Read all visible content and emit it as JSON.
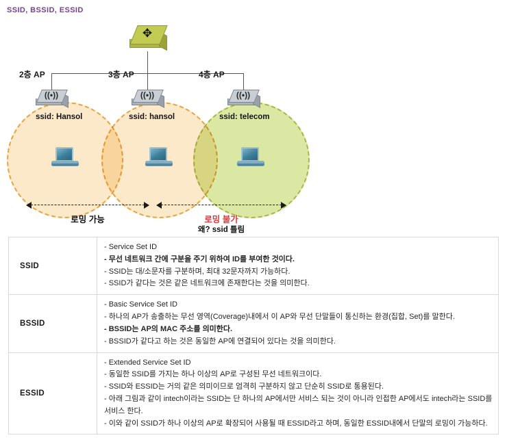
{
  "title": "SSID, BSSID, ESSID",
  "colors": {
    "title": "#7b3d96",
    "coverage_orange": "#fce9c9",
    "coverage_green": "#dbe8a4",
    "roaming_not_possible": "#e0373b"
  },
  "diagram": {
    "switch_icon": "network-switch-icon",
    "access_points": [
      {
        "label": "2층 AP",
        "ssid_label": "ssid: Hansol",
        "coverage_color": "orange"
      },
      {
        "label": "3층 AP",
        "ssid_label": "ssid: hansol",
        "coverage_color": "orange"
      },
      {
        "label": "4층 AP",
        "ssid_label": "ssid: telecom",
        "coverage_color": "green"
      }
    ],
    "client_icon": "laptop-icon",
    "roaming": {
      "possible_label": "로밍 가능",
      "not_possible_label": "로밍 불가",
      "reason_label": "왜? ssid 틀림"
    }
  },
  "table": {
    "rows": [
      {
        "term": "SSID",
        "lines": [
          {
            "text": "- Service Set ID",
            "bold": false
          },
          {
            "text": "- 무선 네트워크 간에 구분을 주기 위하여 ID를 부여한 것이다.",
            "bold": true
          },
          {
            "text": "- SSID는 대/소문자를 구분하며, 최대 32문자까지 가능하다.",
            "bold": false
          },
          {
            "text": "- SSID가 같다는 것은 같은 네트워크에 존재한다는 것을 의미한다.",
            "bold": false
          }
        ]
      },
      {
        "term": "BSSID",
        "lines": [
          {
            "text": "- Basic Service Set ID",
            "bold": false
          },
          {
            "text": "- 하나의 AP가 송출하는 무선 영역(Coverage)내에서 이 AP와 무선 단말들이 통신하는 환경(집합, Set)를 말한다.",
            "bold": false
          },
          {
            "text": "- BSSID는 AP의 MAC 주소를 의미한다.",
            "bold": true
          },
          {
            "text": "- BSSID가 같다고 하는 것은 동일한 AP에 연결되어 있다는 것을 의미한다.",
            "bold": false
          }
        ]
      },
      {
        "term": "ESSID",
        "lines": [
          {
            "text": "- Extended Service Set ID",
            "bold": false
          },
          {
            "text": "- 동일한 SSID를 가지는 하나 이상의 AP로 구성된 무선 네트워크이다.",
            "bold": false
          },
          {
            "text": "- SSID와 ESSID는 거의 같은 의미이므로 엄격히 구분하지 않고 단순히 SSID로 통용된다.",
            "bold": false
          },
          {
            "text": "- 아래 그림과 같이 intech이라는 SSID는 단 하나의 AP에서만 서비스 되는 것이 아니라 인접한 AP에서도 intech라는 SSID를 서비스 한다.",
            "bold": false
          },
          {
            "text": "- 이와 같이 SSID가 하나 이상의 AP로 확장되어 사용될 때 ESSID라고 하며, 동일한 ESSID내에서 단말의 로밍이 가능하다.",
            "bold": false
          }
        ]
      }
    ]
  }
}
